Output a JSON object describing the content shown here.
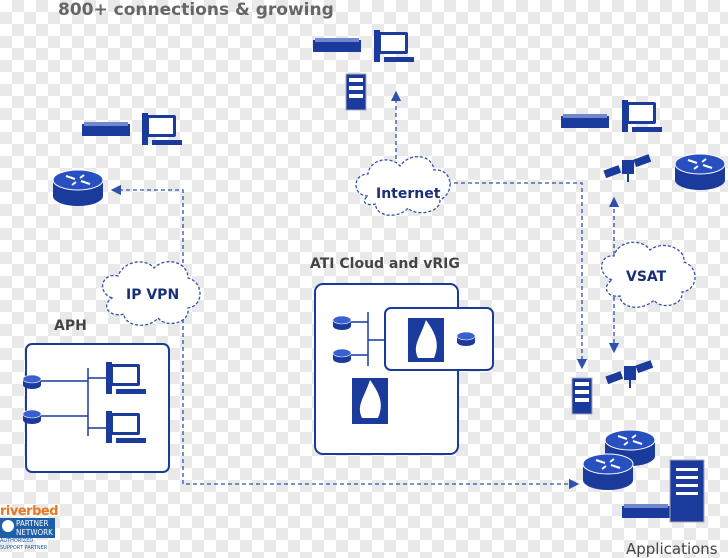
{
  "headline": "800+ connections & growing",
  "clouds": {
    "internet": "Internet",
    "ip_vpn": "IP VPN",
    "vsat": "VSAT"
  },
  "sections": {
    "ati": "ATI Cloud and vRIG",
    "aph": "APH",
    "applications": "Applications"
  },
  "logo": {
    "brand": "riverbed",
    "line1": "PARTNER",
    "line2": "NETWORK",
    "sub": "AUTHORIZED SUPPORT PARTNER"
  },
  "colors": {
    "primary": "#1a3a9c",
    "line": "#3050b0",
    "text": "#1a2f7a"
  }
}
